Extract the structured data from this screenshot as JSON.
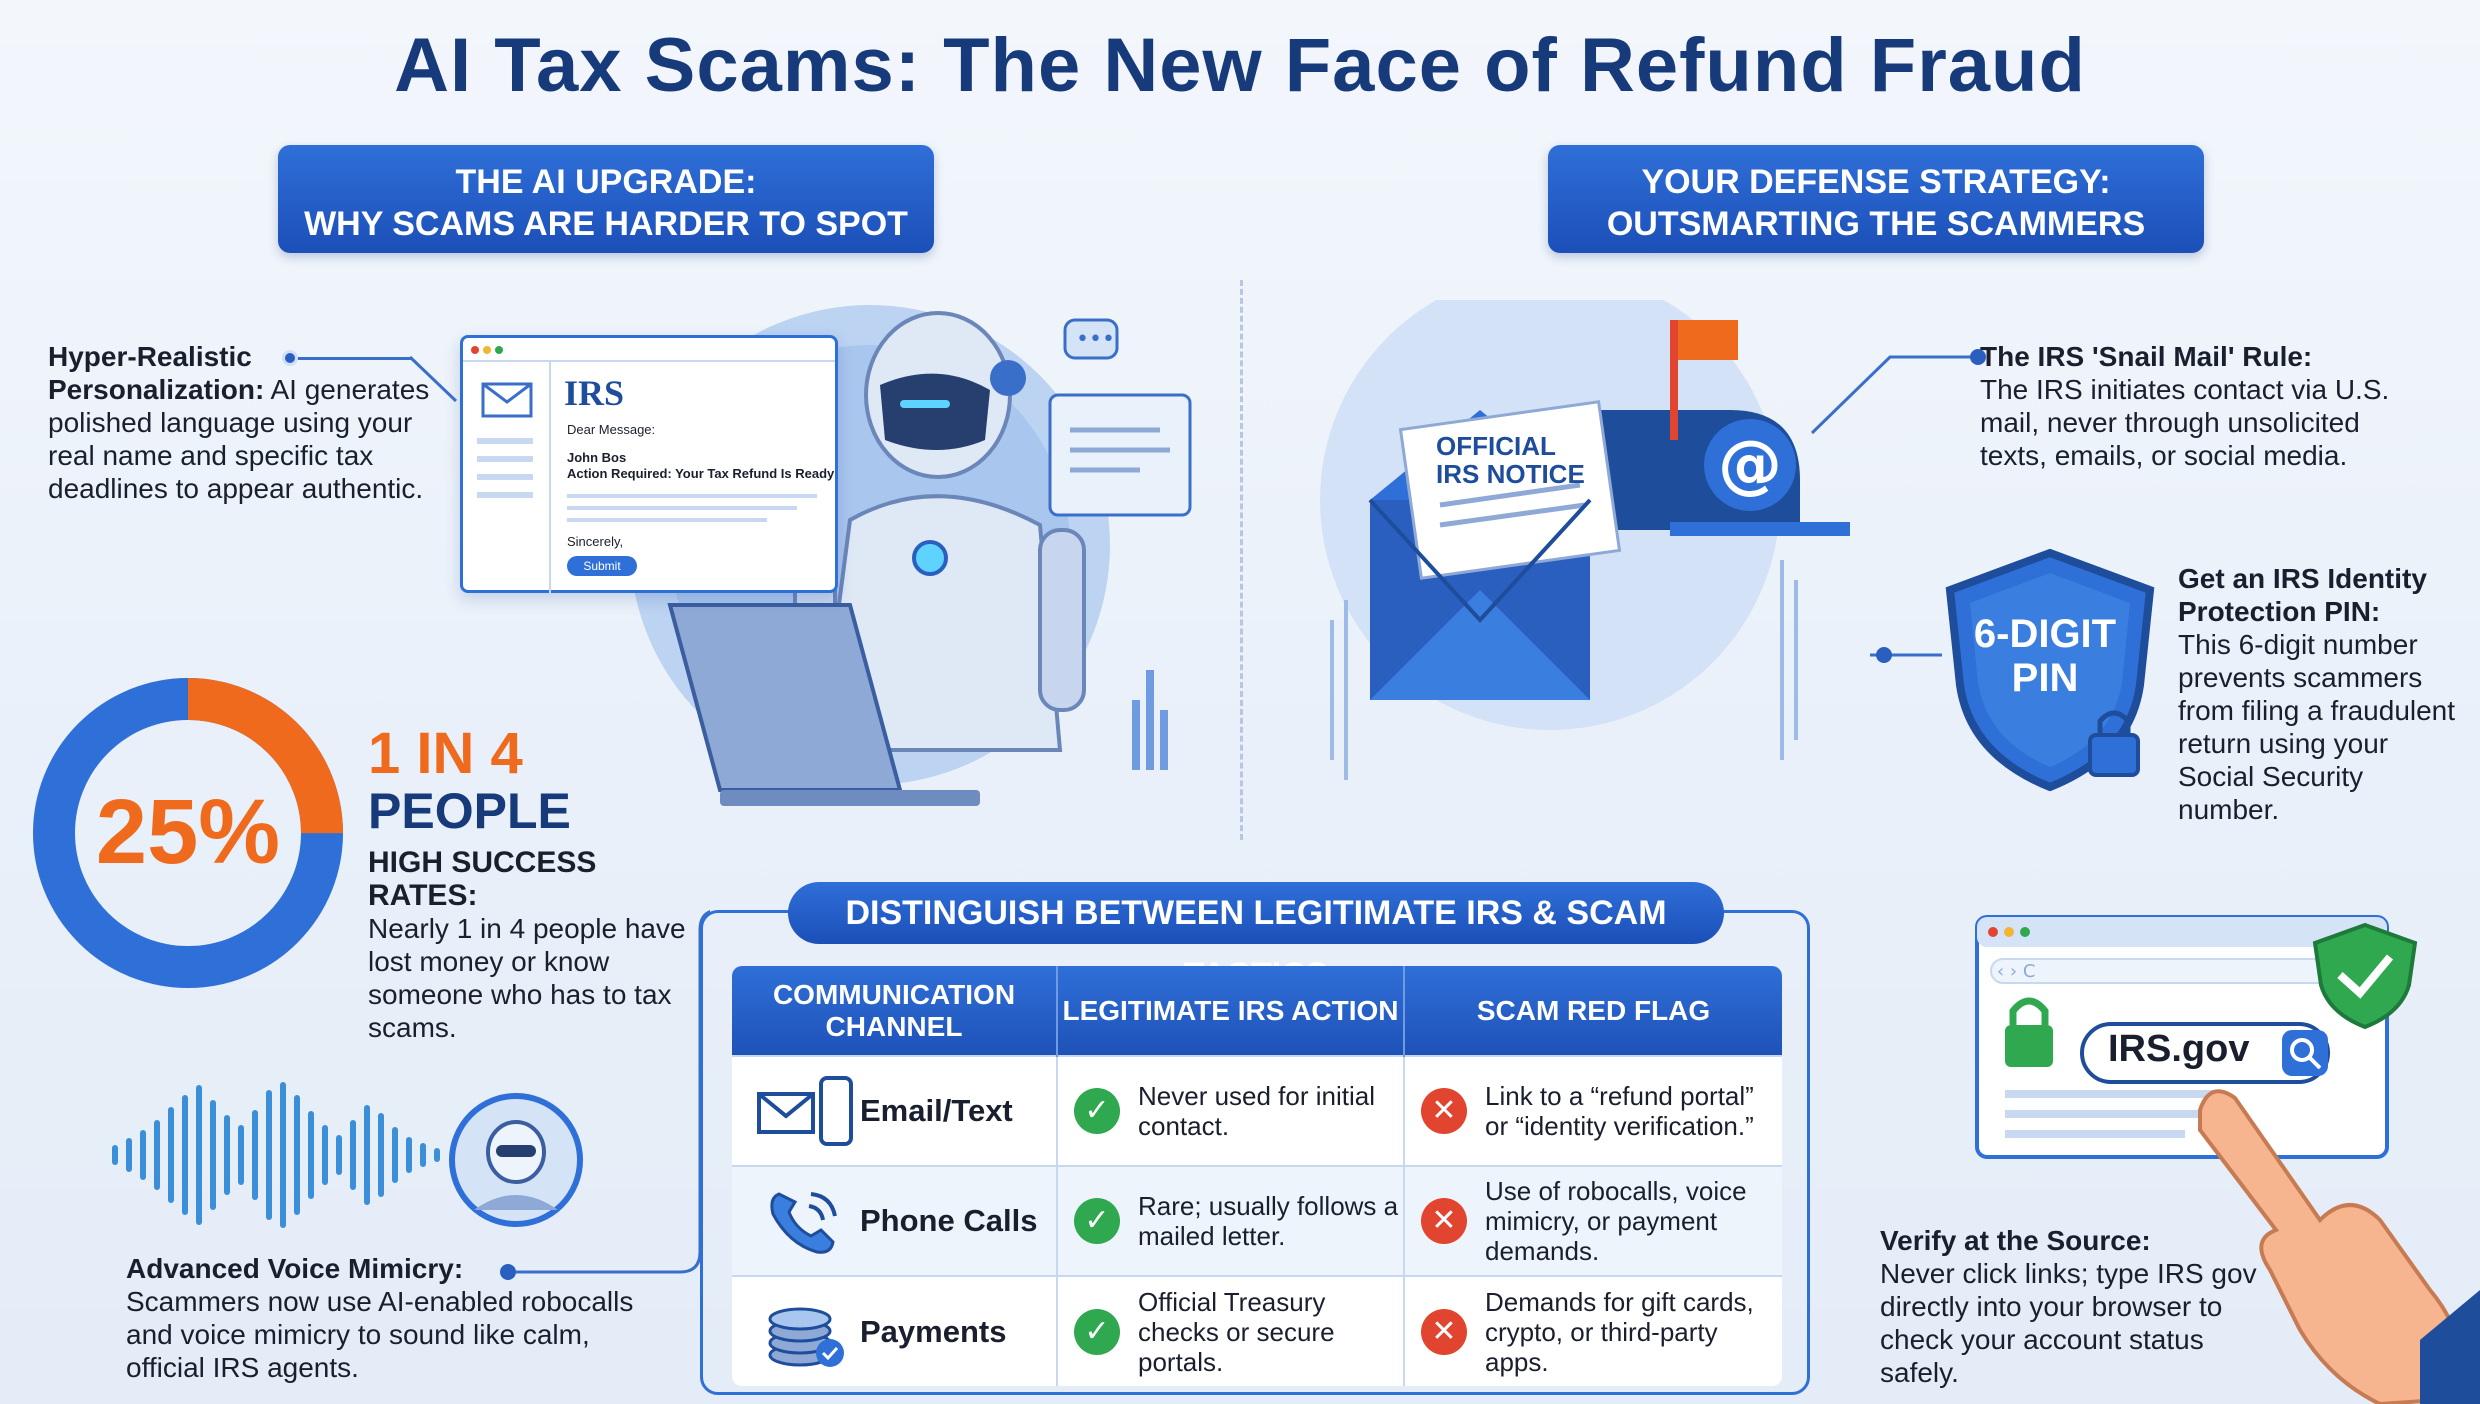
{
  "title": "AI Tax Scams: The New Face of Refund Fraud",
  "left_section": {
    "header_line1": "THE AI UPGRADE:",
    "header_line2": "WHY SCAMS ARE HARDER TO SPOT",
    "personalization": {
      "heading": "Hyper-Realistic Personalization:",
      "body": "AI generates polished language using your real name and specific tax deadlines to appear authentic."
    },
    "email_mock": {
      "logo": "IRS",
      "greeting": "Dear Message:",
      "name": "John Bos",
      "subject": "Action Required: Your Tax Refund Is Ready",
      "signoff": "Sincerely,",
      "button": "Submit"
    },
    "stat": {
      "percent": "25%",
      "value": 0.25,
      "big_line": "1 IN 4",
      "people_line": "PEOPLE",
      "heading": "HIGH SUCCESS RATES:",
      "body": "Nearly 1 in 4 people have lost money or know someone who has to tax scams."
    },
    "voice": {
      "heading": "Advanced Voice Mimicry:",
      "body": "Scammers now use AI-enabled robocalls and voice mimicry to sound like calm, official IRS agents."
    }
  },
  "right_section": {
    "header_line1": "YOUR DEFENSE STRATEGY:",
    "header_line2": "OUTSMARTING THE SCAMMERS",
    "envelope_label_line1": "OFFICIAL",
    "envelope_label_line2": "IRS NOTICE",
    "mail_rule": {
      "heading": "The IRS 'Snail Mail' Rule:",
      "body": "The IRS initiates contact via U.S. mail, never through unsolicited texts, emails, or social media."
    },
    "pin": {
      "shield_line1": "6-DIGIT",
      "shield_line2": "PIN",
      "heading": "Get an IRS Identity Protection PIN:",
      "body": "This 6-digit number prevents scammers from filing a fraudulent return using your Social Security number."
    },
    "verify": {
      "search_text": "IRS.gov",
      "heading": "Verify at the Source:",
      "body": "Never click links; type IRS gov directly into your browser to check your account status safely."
    }
  },
  "comparison": {
    "title": "DISTINGUISH BETWEEN LEGITIMATE IRS & SCAM TACTICS",
    "headers": [
      "COMMUNICATION CHANNEL",
      "LEGITIMATE IRS ACTION",
      "SCAM RED FLAG"
    ],
    "rows": [
      {
        "channel": "Email/Text",
        "icon": "email-phone-icon",
        "legit": "Never used for initial contact.",
        "scam": "Link to a “refund portal” or “identity verification.”"
      },
      {
        "channel": "Phone Calls",
        "icon": "phone-icon",
        "legit": "Rare; usually follows a mailed letter.",
        "scam": "Use of robocalls, voice mimicry, or payment demands."
      },
      {
        "channel": "Payments",
        "icon": "coins-icon",
        "legit": "Official Treasury checks or secure portals.",
        "scam": "Demands for gift cards, crypto, or third-party apps."
      }
    ]
  },
  "colors": {
    "primary_blue": "#1c4fb8",
    "title_navy": "#173a7a",
    "accent_orange": "#f06a1e",
    "check_green": "#2fa84f",
    "cross_red": "#e2452f"
  }
}
